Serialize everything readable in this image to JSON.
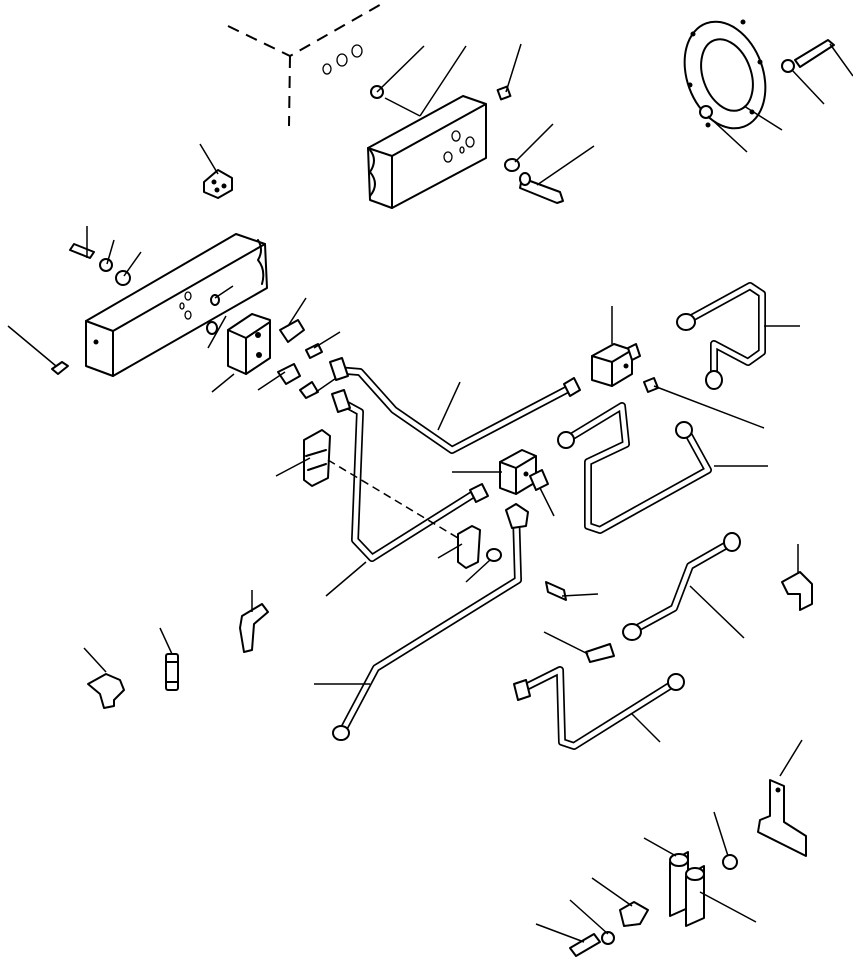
{
  "diagram": {
    "parts": [
      {
        "id": "mounting-bracket"
      },
      {
        "id": "lower-mounting-beam"
      },
      {
        "id": "flange-plate"
      },
      {
        "id": "manifold-block-left"
      },
      {
        "id": "manifold-block-right"
      },
      {
        "id": "tee-block"
      },
      {
        "id": "pipe-upper-long"
      },
      {
        "id": "pipe-lower-long"
      },
      {
        "id": "pipe-s-bend"
      },
      {
        "id": "pipe-upper-right-loop"
      },
      {
        "id": "pipe-mid-right-loop"
      },
      {
        "id": "pipe-front-offset"
      },
      {
        "id": "pipe-bottom-u"
      },
      {
        "id": "elbow-fitting-left"
      },
      {
        "id": "elbow-fitting-mid"
      },
      {
        "id": "elbow-fitting-right"
      },
      {
        "id": "straight-adapter"
      },
      {
        "id": "clip-bracket-lower"
      },
      {
        "id": "pipe-clamp-pair"
      }
    ]
  }
}
